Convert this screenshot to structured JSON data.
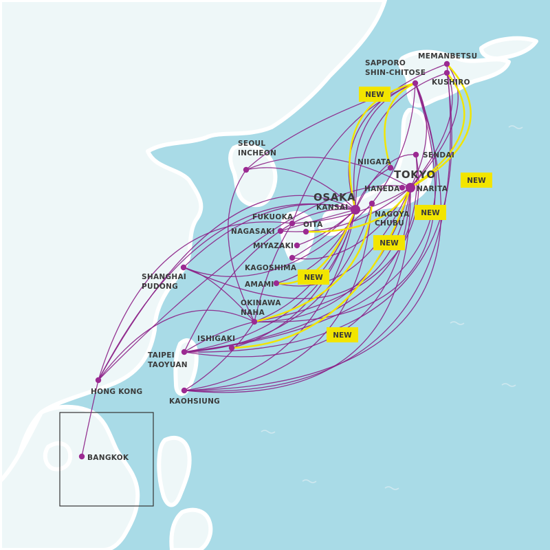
{
  "colors": {
    "sea": "#a9dbe7",
    "land": "#eef7f8",
    "coast": "#ffffff",
    "route": "#8b1f86",
    "route_new": "#f2e500",
    "node": "#9b2a92",
    "badge": "#f2e500",
    "text": "#3a3a3a"
  },
  "cities": {
    "memanbetsu": "MEMANBETSU",
    "sapporo": [
      "SAPPORO",
      "SHIN-CHITOSE"
    ],
    "kushiro": "KUSHIRO",
    "sendai": "SENDAI",
    "niigata": "NIIGATA",
    "tokyo": "TOKYO",
    "haneda": "HANEDA",
    "narita": "NARITA",
    "osaka": "OSAKA",
    "kansai": "KANSAI",
    "nagoya": [
      "NAGOYA",
      "CHUBU"
    ],
    "seoul": [
      "SEOUL",
      "INCHEON"
    ],
    "fukuoka": "FUKUOKA",
    "oita": "OITA",
    "nagasaki": "NAGASAKI",
    "miyazaki": "MIYAZAKI",
    "kagoshima": "KAGOSHIMA",
    "amami": "AMAMI",
    "okinawa": [
      "OKINAWA",
      "NAHA"
    ],
    "ishigaki": "ISHIGAKI",
    "shanghai": [
      "SHANGHAI",
      "PUDONG"
    ],
    "taipei": [
      "TAIPEI",
      "TAOYUAN"
    ],
    "kaohsiung": "KAOHSIUNG",
    "hongkong": "HONG KONG",
    "bangkok": "BANGKOK"
  },
  "new_badge_label": "NEW"
}
